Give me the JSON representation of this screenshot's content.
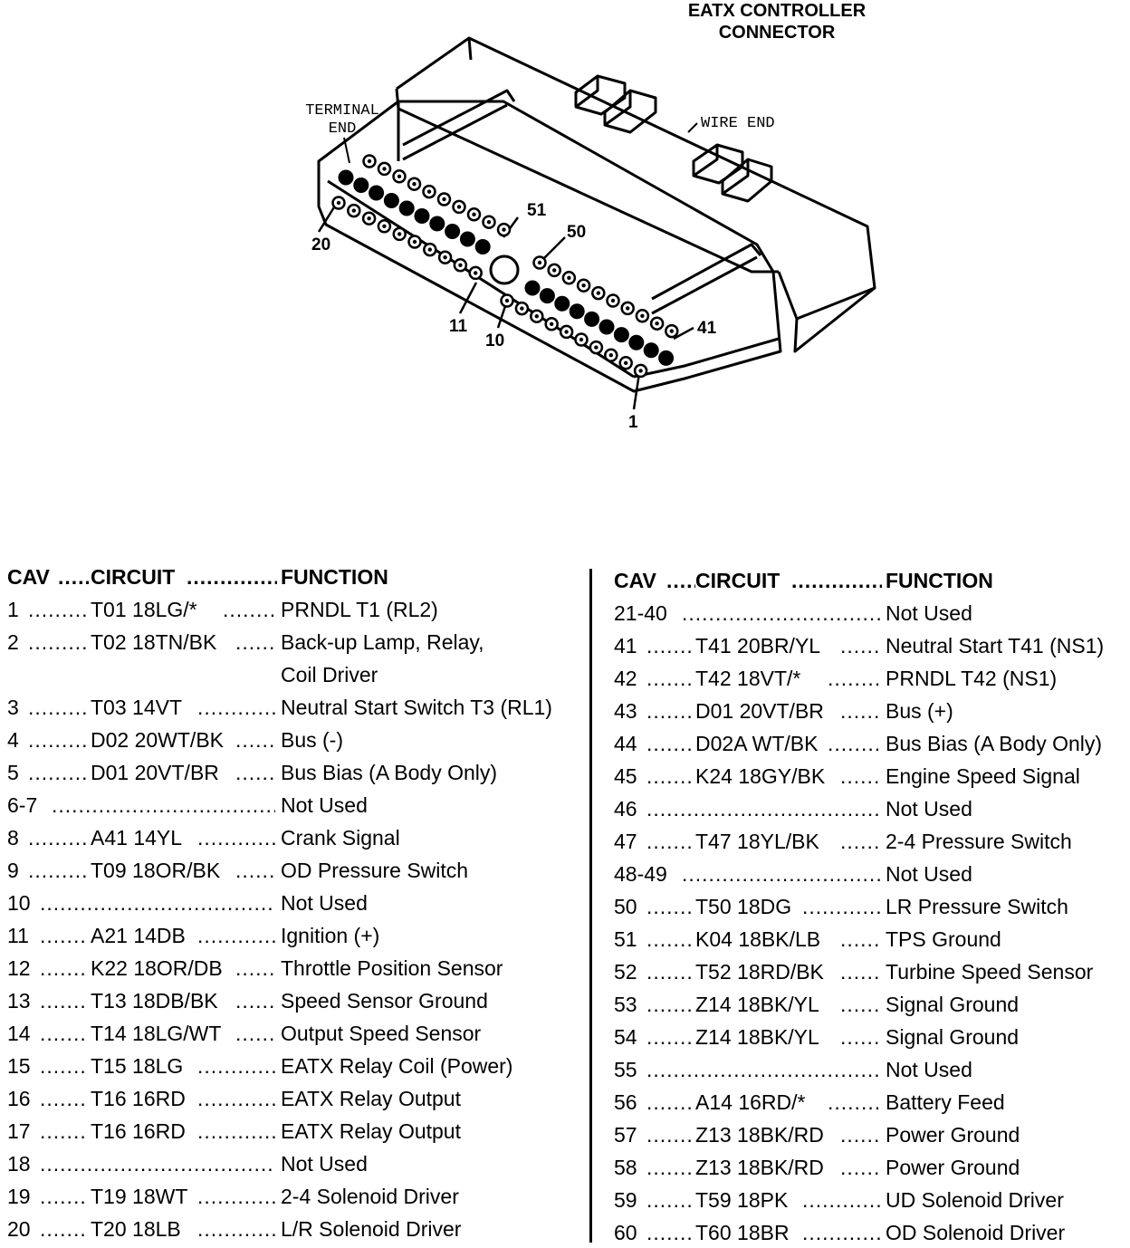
{
  "diagram": {
    "title_line1": "EATX CONTROLLER",
    "title_line2": "CONNECTOR",
    "terminal_end_line1": "TERMINAL",
    "terminal_end_line2": "END",
    "wire_end": "WIRE END",
    "pin_callouts": [
      "51",
      "50",
      "20",
      "11",
      "10",
      "41",
      "1"
    ]
  },
  "table": {
    "header": {
      "cav": "CAV",
      "circuit": "CIRCUIT",
      "function": "FUNCTION"
    },
    "left": [
      {
        "cav": "1",
        "circuit": "T01 18LG/*",
        "function": "PRNDL T1 (RL2)"
      },
      {
        "cav": "2",
        "circuit": "T02 18TN/BK",
        "function": "Back-up Lamp, Relay,",
        "function_cont": "Coil Driver"
      },
      {
        "cav": "3",
        "circuit": "T03 14VT",
        "function": "Neutral Start Switch T3 (RL1)"
      },
      {
        "cav": "4",
        "circuit": "D02 20WT/BK",
        "function": "Bus (-)"
      },
      {
        "cav": "5",
        "circuit": "D01 20VT/BR",
        "function": "Bus Bias (A Body Only)"
      },
      {
        "cav": "6-7",
        "circuit": "",
        "function": "Not Used"
      },
      {
        "cav": "8",
        "circuit": "A41 14YL",
        "function": "Crank Signal"
      },
      {
        "cav": "9",
        "circuit": "T09 18OR/BK",
        "function": "OD Pressure Switch"
      },
      {
        "cav": "10",
        "circuit": "",
        "function": "Not Used"
      },
      {
        "cav": "11",
        "circuit": "A21 14DB",
        "function": "Ignition (+)"
      },
      {
        "cav": "12",
        "circuit": "K22 18OR/DB",
        "function": "Throttle Position Sensor"
      },
      {
        "cav": "13",
        "circuit": "T13 18DB/BK",
        "function": "Speed Sensor Ground"
      },
      {
        "cav": "14",
        "circuit": "T14 18LG/WT",
        "function": "Output Speed Sensor"
      },
      {
        "cav": "15",
        "circuit": "T15 18LG",
        "function": "EATX Relay Coil (Power)"
      },
      {
        "cav": "16",
        "circuit": "T16 16RD",
        "function": "EATX Relay Output"
      },
      {
        "cav": "17",
        "circuit": "T16 16RD",
        "function": "EATX Relay Output"
      },
      {
        "cav": "18",
        "circuit": "",
        "function": "Not Used"
      },
      {
        "cav": "19",
        "circuit": "T19 18WT",
        "function": "2-4 Solenoid Driver"
      },
      {
        "cav": "20",
        "circuit": "T20 18LB",
        "function": "L/R Solenoid Driver"
      }
    ],
    "right": [
      {
        "cav": "21-40",
        "circuit": "",
        "function": "Not Used"
      },
      {
        "cav": "41",
        "circuit": "T41 20BR/YL",
        "function": "Neutral Start T41 (NS1)"
      },
      {
        "cav": "42",
        "circuit": "T42 18VT/*",
        "function": "PRNDL T42 (NS1)"
      },
      {
        "cav": "43",
        "circuit": "D01 20VT/BR",
        "function": "Bus (+)"
      },
      {
        "cav": "44",
        "circuit": "D02A WT/BK",
        "function": "Bus Bias (A Body Only)"
      },
      {
        "cav": "45",
        "circuit": "K24 18GY/BK",
        "function": "Engine Speed Signal"
      },
      {
        "cav": "46",
        "circuit": "",
        "function": "Not Used"
      },
      {
        "cav": "47",
        "circuit": "T47 18YL/BK",
        "function": "2-4 Pressure Switch"
      },
      {
        "cav": "48-49",
        "circuit": "",
        "function": "Not Used"
      },
      {
        "cav": "50",
        "circuit": "T50 18DG",
        "function": "LR Pressure Switch"
      },
      {
        "cav": "51",
        "circuit": "K04 18BK/LB",
        "function": "TPS Ground"
      },
      {
        "cav": "52",
        "circuit": "T52 18RD/BK",
        "function": "Turbine Speed Sensor"
      },
      {
        "cav": "53",
        "circuit": "Z14 18BK/YL",
        "function": "Signal Ground"
      },
      {
        "cav": "54",
        "circuit": "Z14 18BK/YL",
        "function": "Signal Ground"
      },
      {
        "cav": "55",
        "circuit": "",
        "function": "Not Used"
      },
      {
        "cav": "56",
        "circuit": "A14 16RD/*",
        "function": "Battery Feed"
      },
      {
        "cav": "57",
        "circuit": "Z13 18BK/RD",
        "function": "Power Ground"
      },
      {
        "cav": "58",
        "circuit": "Z13 18BK/RD",
        "function": "Power Ground"
      },
      {
        "cav": "59",
        "circuit": "T59 18PK",
        "function": "UD Solenoid Driver"
      },
      {
        "cav": "60",
        "circuit": "T60 18BR",
        "function": "OD Solenoid Driver"
      }
    ]
  }
}
